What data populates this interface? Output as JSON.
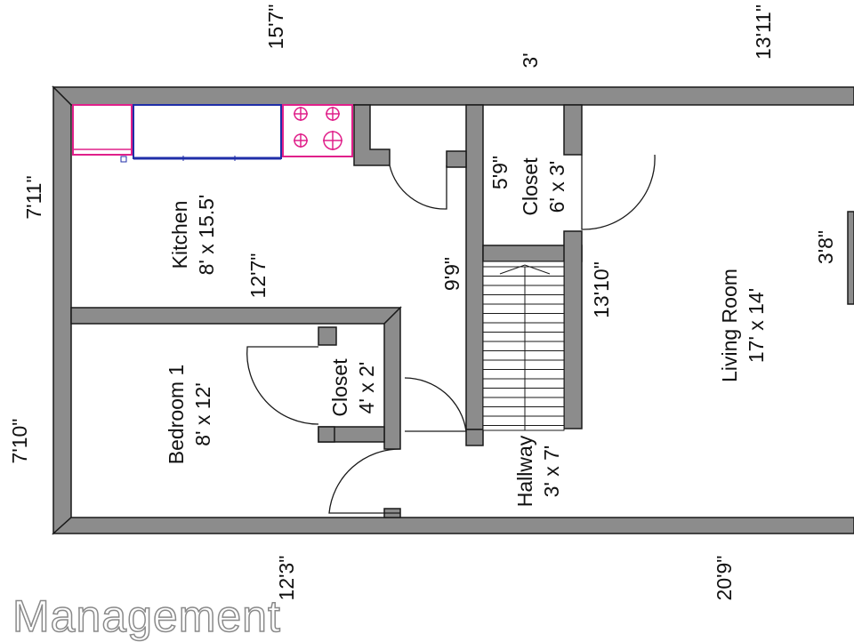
{
  "colors": {
    "wall_fill": "#8c8c8c",
    "wall_stroke": "#1a1a1a",
    "appliance_blue": "#1f2ea8",
    "appliance_magenta": "#e0208a",
    "watermark": "#8a8a8a"
  },
  "rooms": {
    "kitchen": {
      "name": "Kitchen",
      "size": "8' x 15.5'"
    },
    "bedroom1": {
      "name": "Bedroom 1",
      "size": "8' x 12'"
    },
    "closet_bedroom": {
      "name": "Closet",
      "size": "4' x 2'"
    },
    "closet_top": {
      "name": "Closet",
      "size": "6' x 3'"
    },
    "hallway": {
      "name": "Hallway",
      "size": "3' x 7'"
    },
    "living_room": {
      "name": "Living Room",
      "size": "17' x 14'"
    }
  },
  "dimensions": {
    "top_left": "15'7\"",
    "top_mid": "3'",
    "top_right": "13'11\"",
    "left_upper": "7'11\"",
    "left_lower": "7'10\"",
    "kitchen_width": "12'7\"",
    "hall_length": "9'9\"",
    "closet_depth": "5'9\"",
    "living_width": "13'10\"",
    "right_small": "3'8\"",
    "bottom_left": "12'3\"",
    "bottom_right": "20'9\""
  },
  "watermark": {
    "text": "Management"
  }
}
